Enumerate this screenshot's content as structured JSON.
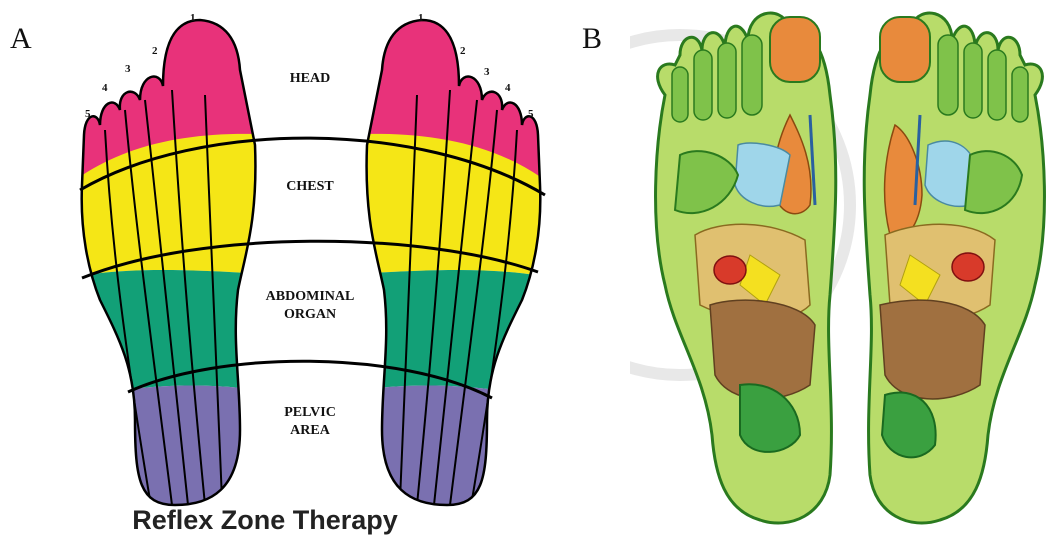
{
  "panel_a": {
    "letter": "A",
    "zones": {
      "head": "HEAD",
      "chest": "CHEST",
      "abdominal": "ABDOMINAL\nORGAN",
      "pelvic": "PELVIC\nAREA"
    },
    "toe_numbers": [
      "1",
      "2",
      "3",
      "4",
      "5"
    ],
    "caption": "Reflex Zone Therapy",
    "colors": {
      "head": "#e8327a",
      "chest": "#f5e616",
      "abdominal": "#12a077",
      "pelvic": "#7a70b0"
    }
  },
  "panel_b": {
    "letter": "B",
    "colors": {
      "skin": "#b8dc6a",
      "outline": "#2a7a1e",
      "organ_orange": "#e88a3c",
      "organ_red": "#d83a2a",
      "organ_blue": "#9fd6ea",
      "organ_yellow": "#f4e020",
      "organ_brown": "#a07040"
    }
  }
}
